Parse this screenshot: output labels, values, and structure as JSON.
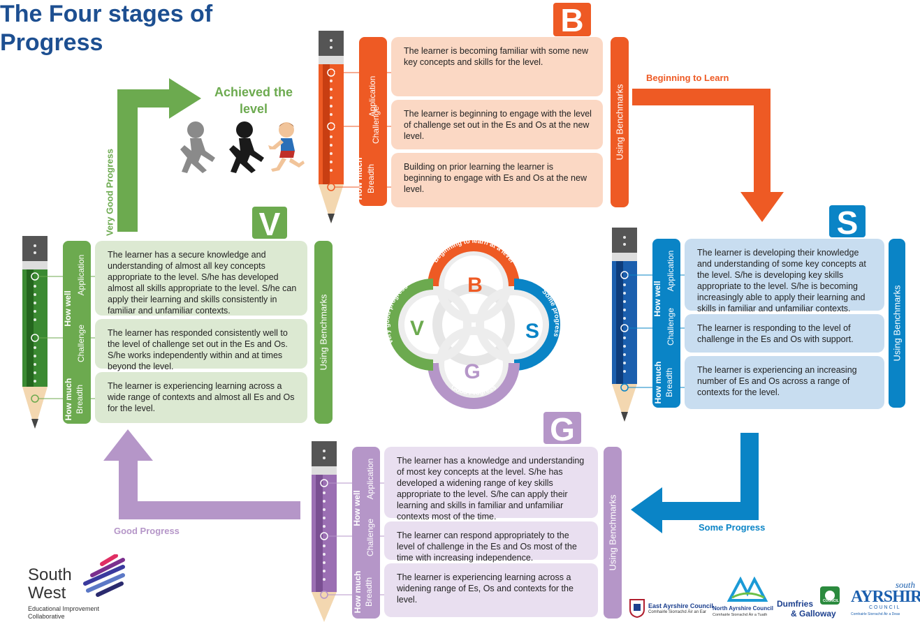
{
  "title": "The Four stages of Progress",
  "colors": {
    "b": "#ee5a24",
    "b_light": "#fbd8c4",
    "s": "#0a84c6",
    "s_light": "#c8ddf0",
    "g": "#b596c8",
    "g_light": "#e9dff0",
    "v": "#6caa4f",
    "v_light": "#dce9d2",
    "title": "#1d4f91"
  },
  "common": {
    "how_well": "How well",
    "how_much": "How much",
    "application": "Application",
    "challenge": "Challenge",
    "breadth": "Breadth",
    "using_benchmarks": "Using Benchmarks"
  },
  "b": {
    "letter": "B",
    "label": "Beginning to Learn",
    "application": "The learner is becoming familiar with some new key concepts and skills for the level.",
    "challenge": "The learner is beginning to engage with the level of challenge set out in the Es and Os at the new level.",
    "breadth": "Building on prior learning the learner is beginning to engage with Es and Os at the new level."
  },
  "s": {
    "letter": "S",
    "label": "Some Progress",
    "application": "The learner is developing their knowledge and understanding of some key concepts at the level. S/he is developing key skills appropriate to the level. S/he is becoming increasingly able to apply their learning and skills in familiar and unfamiliar contexts.",
    "challenge": "The learner is responding to the level of challenge in the Es and Os with support.",
    "breadth": "The learner is experiencing an increasing number of Es and Os across a range of contexts for the level."
  },
  "g": {
    "letter": "G",
    "label": "Good Progress",
    "application": "The learner has a knowledge and understanding of most key concepts at the level. S/he has developed a widening range of key skills appropriate to the level. S/he can apply their learning and skills in familiar and unfamiliar contexts most of the time.",
    "challenge": "The learner can respond appropriately to the level of challenge in the Es and Os most of the time with increasing independence.",
    "breadth": "The learner is experiencing learning across a widening range of Es, Os and contexts for the level."
  },
  "v": {
    "letter": "V",
    "label": "Very Good Progress",
    "application": "The learner has a secure knowledge and understanding of almost all key concepts appropriate to the level. S/he has developed almost all skills appropriate to the level. S/he can apply their learning and skills consistently in familiar and unfamiliar contexts.",
    "challenge": "The learner has responded consistently well to the level of challenge set out in the Es and Os. S/he works independently within and at times beyond the level.",
    "breadth": "The learner is experiencing learning across a wide range of contexts and almost all Es and Os for the level."
  },
  "achieved": "Achieved the level",
  "wheel": {
    "b": "Beginning to learn at a level",
    "s": "Some progress",
    "g": "Good Progress",
    "v": "Very good progress"
  },
  "logos": {
    "sw_1": "South",
    "sw_2": "West",
    "sw_3": "Educational Improvement",
    "sw_4": "Collaborative",
    "ea_1": "East Ayrshire Council",
    "ea_2": "Comhairle Siorrachd Àir an Ear",
    "na_1": "North Ayrshire Council",
    "na_2": "Comhairle Siorrachd Àir a Tuath",
    "dg_1": "Dumfries",
    "dg_2": "& Galloway",
    "dg_3": "COUNCIL",
    "sa_1": "south",
    "sa_2": "AYRSHIRE",
    "sa_3": "COUNCIL",
    "sa_4": "Comhairle Siorrachd Àir a Deas"
  }
}
